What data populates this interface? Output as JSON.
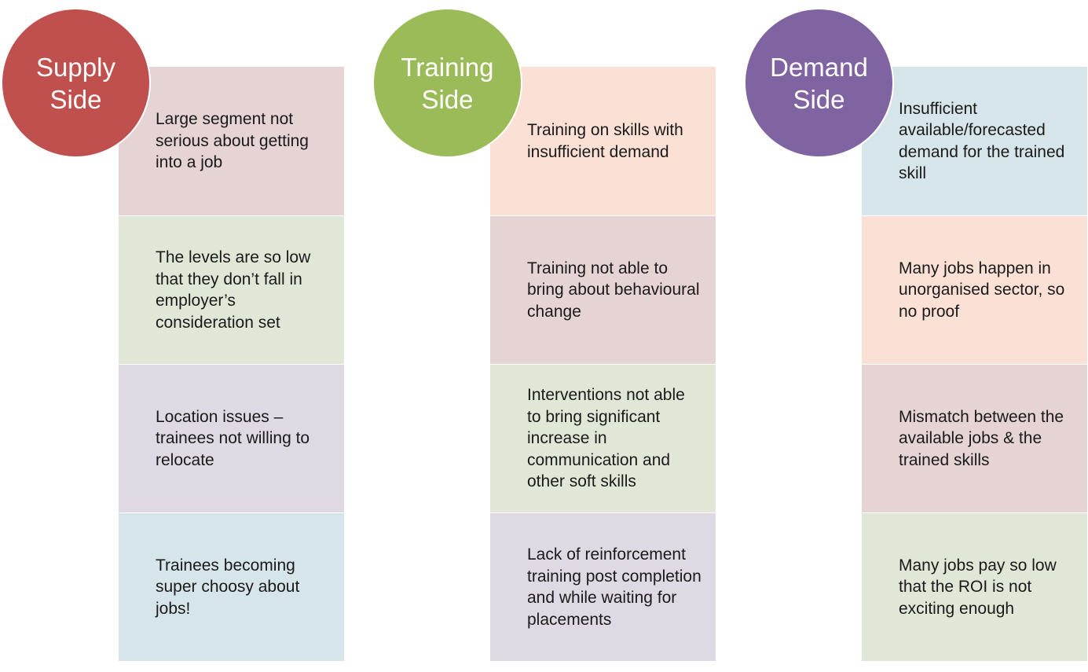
{
  "colors": {
    "supply": "#c0504d",
    "training": "#9bbb59",
    "demand": "#8064a2",
    "pink": "#e6d3d3",
    "green": "#e1e7d6",
    "lavender": "#dfd9e4",
    "blue": "#d6e5ea",
    "peach": "#fbe0d5"
  },
  "columns": [
    {
      "title": "Supply\nSide",
      "color": "supply",
      "items": [
        {
          "text": "Large segment not serious about getting into a job",
          "bg": "pink"
        },
        {
          "text": "The levels are so low that they don’t fall in employer’s consideration set",
          "bg": "green"
        },
        {
          "text": "Location issues – trainees not willing to relocate",
          "bg": "lavender"
        },
        {
          "text": "Trainees  becoming super choosy about jobs!",
          "bg": "blue"
        }
      ]
    },
    {
      "title": "Training\nSide",
      "color": "training",
      "items": [
        {
          "text": "Training on skills with insufficient demand",
          "bg": "peach"
        },
        {
          "text": "Training not able to bring about behavioural change",
          "bg": "pink"
        },
        {
          "text": "Interventions not able to bring significant increase in communication and other soft skills",
          "bg": "green"
        },
        {
          "text": "Lack of reinforcement training post completion and while waiting for placements",
          "bg": "lavender"
        }
      ]
    },
    {
      "title": "Demand\nSide",
      "color": "demand",
      "items": [
        {
          "text": "Insufficient available/forecasted demand for the trained skill",
          "bg": "blue"
        },
        {
          "text": "Many jobs happen in unorganised sector, so no proof",
          "bg": "peach"
        },
        {
          "text": "Mismatch between the available jobs & the trained skills",
          "bg": "pink"
        },
        {
          "text": "Many jobs pay so low that the ROI is not exciting enough",
          "bg": "green"
        }
      ]
    }
  ]
}
